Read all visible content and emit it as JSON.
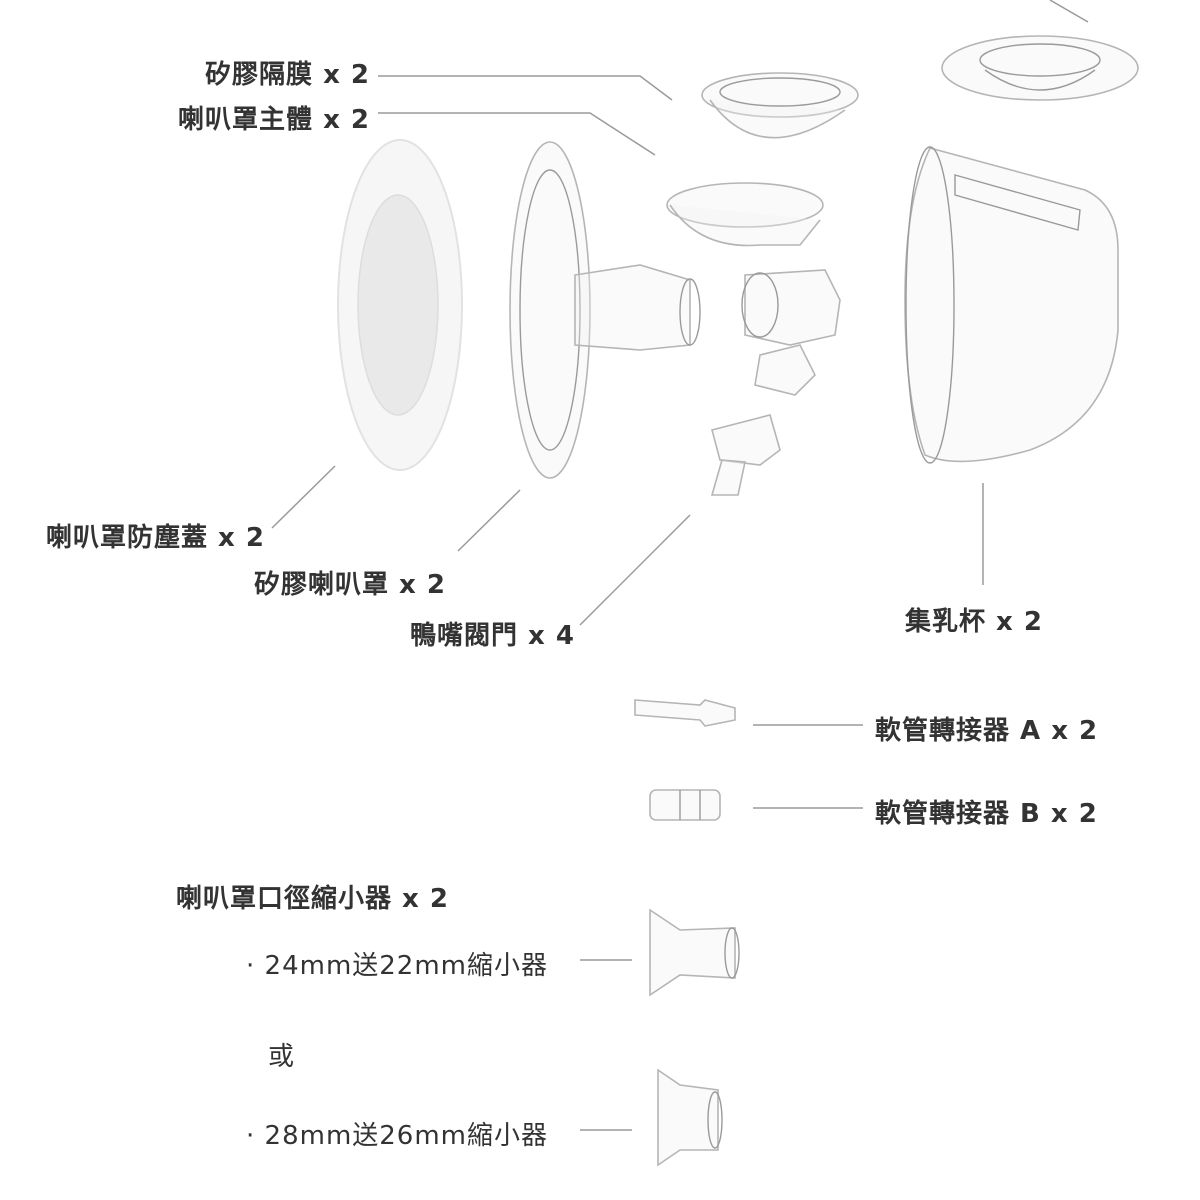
{
  "labels": {
    "silicone_diaphragm": "矽膠隔膜 x 2",
    "flange_body": "喇叭罩主體 x 2",
    "flange_dust_cover": "喇叭罩防塵蓋 x 2",
    "silicone_flange": "矽膠喇叭罩 x 2",
    "duckbill_valve": "鴨嘴閥門 x 4",
    "collection_cup": "集乳杯 x 2",
    "tube_adapter_a": "軟管轉接器 A x 2",
    "tube_adapter_b": "軟管轉接器 B x 2",
    "flange_insert": "喇叭罩口徑縮小器 x 2",
    "insert_option_1": "· 24mm送22mm縮小器",
    "or": "或",
    "insert_option_2": "· 28mm送26mm縮小器"
  },
  "colors": {
    "text": "#333333",
    "leader_line": "#9a9a9a",
    "part_outline": "#b5b5b5",
    "background": "#ffffff"
  }
}
